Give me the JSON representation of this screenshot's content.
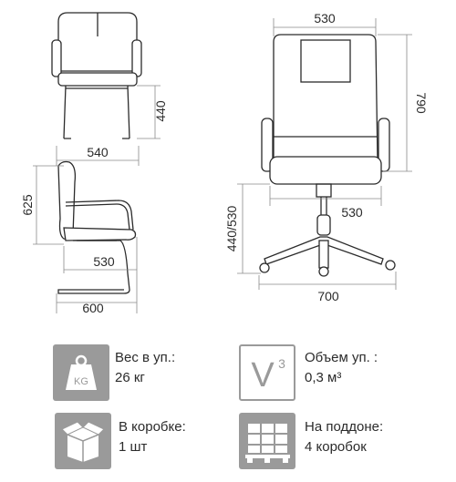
{
  "dimensions": {
    "front_seat_height": "440",
    "front_width": "540",
    "side_height": "625",
    "side_seat_depth": "530",
    "side_depth": "600",
    "big_width": "530",
    "big_height": "790",
    "big_seat_height": "440/530",
    "big_seat_width": "530",
    "big_base": "700"
  },
  "specs": {
    "weight_label": "Вес в уп.:",
    "weight_value": "26 кг",
    "weight_icon_text": "KG",
    "volume_label": "Объем уп. :",
    "volume_value": "0,3 м³",
    "volume_icon_letter": "V",
    "volume_icon_exp": "3",
    "box_label": "В коробке:",
    "box_value": "1 шт",
    "pallet_label": "На поддоне:",
    "pallet_value": "4 коробок"
  },
  "colors": {
    "icon_bg": "#9a9a9a",
    "line": "#2b2b2b",
    "dim_line": "#8a8a8a"
  }
}
